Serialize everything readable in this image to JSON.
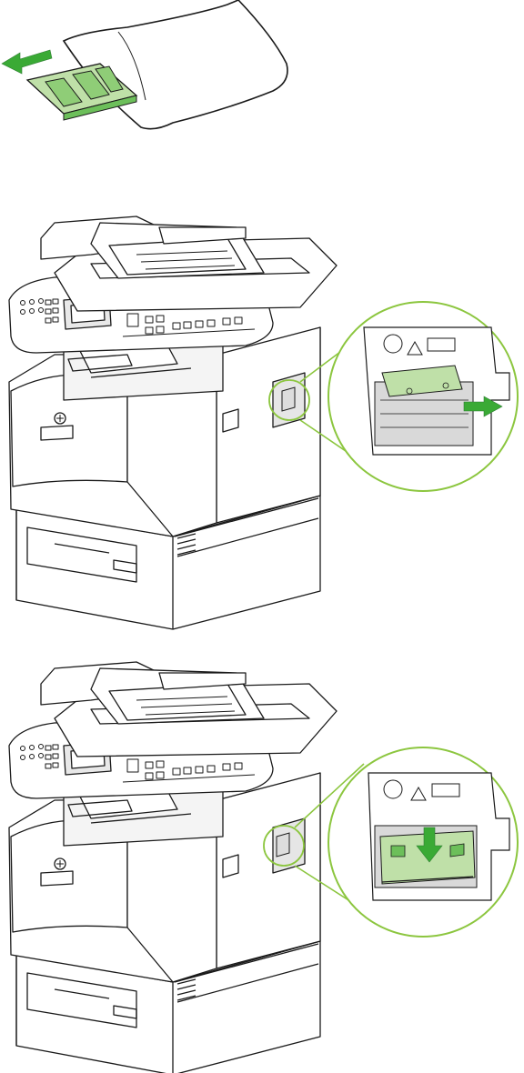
{
  "colors": {
    "line": "#1a1a1a",
    "paper": "#ffffff",
    "accent_green": "#4caf50",
    "arrow_green": "#3aaa35",
    "module_fill": "#bfe0a8",
    "module_dark": "#6cbf5a",
    "callout_ring": "#8cc63f",
    "panel_gray": "#d9d9d9"
  },
  "icons": {
    "hp_logo": "hp-logo-icon",
    "pull_arrow": "green-arrow-left-icon",
    "insert_arrow": "green-arrow-left-icon",
    "press_arrow": "green-arrow-down-icon"
  },
  "steps": [
    {
      "id": "step-1",
      "shows": "dimm-removed-from-antistatic-bag"
    },
    {
      "id": "step-2",
      "shows": "dimm-inserted-into-slot"
    },
    {
      "id": "step-3",
      "shows": "dimm-pressed-down-into-place"
    }
  ]
}
